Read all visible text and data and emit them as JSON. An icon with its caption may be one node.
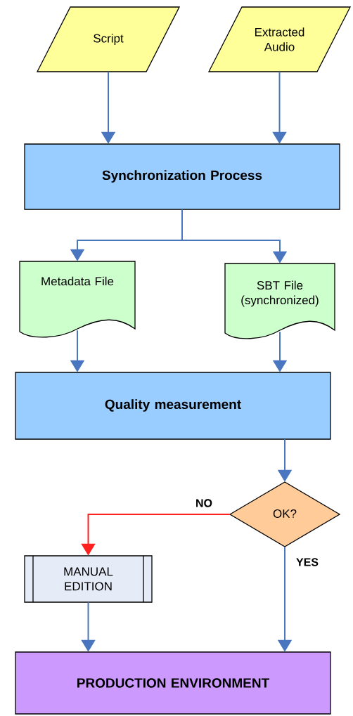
{
  "diagram": {
    "nodes": [
      {
        "text": [
          "Script"
        ]
      },
      {
        "text": [
          "Extracted Audio"
        ]
      },
      {
        "text": [
          "Synchronization Process"
        ]
      },
      {
        "text": [
          "Metadata File"
        ]
      },
      {
        "text": [
          "SBT File (synchronized)"
        ]
      },
      {
        "text": [
          "Quality measurement"
        ]
      },
      {
        "text": [
          "OK?"
        ]
      },
      {
        "text": [
          "MANUAL EDITION"
        ]
      },
      {
        "text": [
          "PRODUCTION ENVIRONMENT"
        ]
      }
    ],
    "edges": [
      {
        "from": 0,
        "to": 2,
        "arrow": "to"
      },
      {
        "from": 1,
        "to": 2,
        "arrow": "to"
      },
      {
        "from": 2,
        "to": 3,
        "arrow": "to"
      },
      {
        "from": 2,
        "to": 4,
        "arrow": "to"
      },
      {
        "from": 3,
        "to": 5,
        "arrow": "to"
      },
      {
        "from": 4,
        "to": 5,
        "arrow": "to"
      },
      {
        "from": 5,
        "to": 6,
        "arrow": "to"
      },
      {
        "from": 6,
        "to": 7,
        "arrow": "to",
        "label": "NO",
        "color": "#ff2020"
      },
      {
        "from": 6,
        "to": 8,
        "arrow": "to",
        "label": "YES"
      },
      {
        "from": 7,
        "to": 8,
        "arrow": "to"
      }
    ]
  }
}
